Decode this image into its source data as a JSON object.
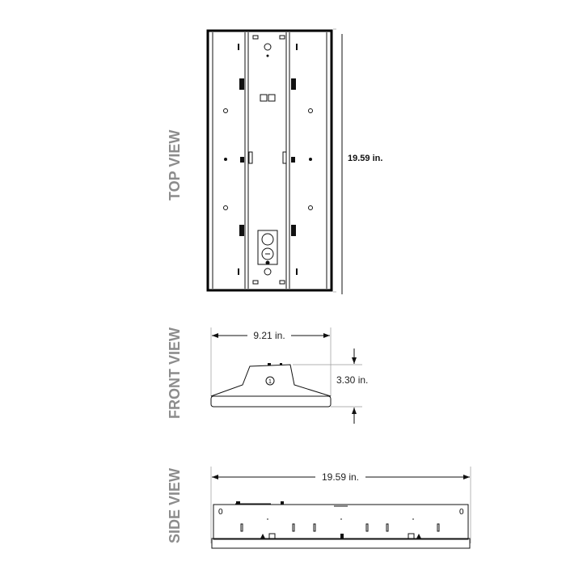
{
  "views": {
    "top": {
      "label": "TOP VIEW",
      "length": "19.59 in."
    },
    "front": {
      "label": "FRONT VIEW",
      "width": "9.21 in.",
      "height": "3.30 in.",
      "callout": "1"
    },
    "side": {
      "label": "SIDE VIEW",
      "length": "19.59 in.",
      "end_mark_left": "0",
      "end_mark_right": "0"
    }
  }
}
